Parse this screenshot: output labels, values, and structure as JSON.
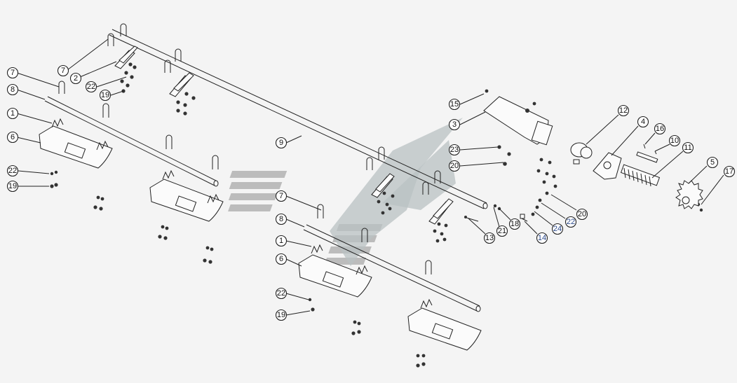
{
  "callouts": {
    "tl_7a": "7",
    "tl_2": "2",
    "tl_22a": "22",
    "tl_19a": "19",
    "tl_7b": "7",
    "tl_8": "8",
    "tl_1": "1",
    "tl_6": "6",
    "tl_22b": "22",
    "tl_19b": "19",
    "mid_9": "9",
    "c_7": "7",
    "c_8": "8",
    "c_1": "1",
    "c_6": "6",
    "c_22": "22",
    "c_19": "19",
    "r_15": "15",
    "r_3": "3",
    "r_23": "23",
    "r_20a": "20",
    "r_12": "12",
    "r_4": "4",
    "r_16": "16",
    "r_10": "10",
    "r_11": "11",
    "r_5": "5",
    "r_17": "17",
    "r_20b": "20",
    "r_22": "22",
    "r_24": "24",
    "r_14": "14",
    "r_18": "18",
    "r_21": "21",
    "r_13": "13"
  },
  "accent_color": "#2b4a8c",
  "watermark_colors": {
    "light": "#b9c2c3",
    "dark": "#8e8e8e"
  }
}
